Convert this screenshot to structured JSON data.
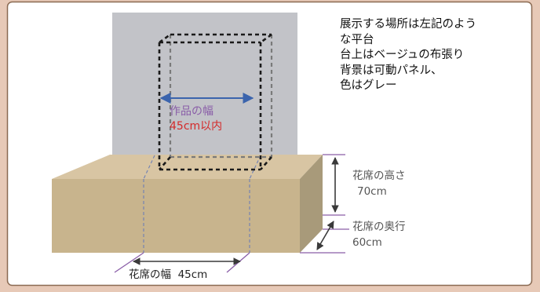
{
  "description": {
    "lines": [
      "展示する場所は左記のよう",
      "な平台",
      "台上はベージュの布張り",
      "背景は可動パネル、",
      "色はグレー"
    ]
  },
  "labels": {
    "work_width_title": "作品の幅",
    "work_width_value": "45cm以内",
    "stand_height_title": "花席の高さ",
    "stand_height_value": "70cm",
    "stand_depth_title": "花席の奥行",
    "stand_depth_value": "60cm",
    "stand_width": "花席の幅  45cm"
  },
  "colors": {
    "frame_bg": "#e7c9b7",
    "panel": "#ffffff",
    "backdrop": "#c2c3c8",
    "table_top": "#d8c5a3",
    "table_front": "#c8b48d",
    "table_side": "#a89a7a",
    "dimension_purple": "#8a5ea8",
    "arrow_blue": "#3b64ad",
    "work_value_red": "#d42a2a"
  }
}
